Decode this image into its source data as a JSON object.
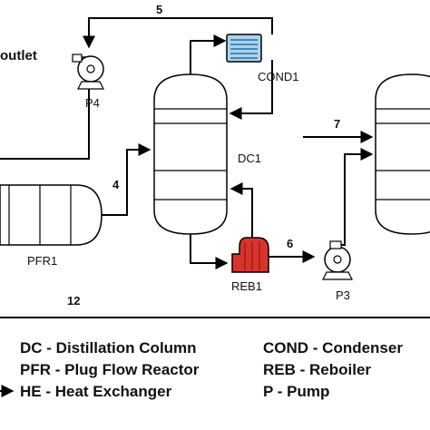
{
  "labels": {
    "outlet": "outlet",
    "stream_5": "5",
    "stream_4": "4",
    "stream_6": "6",
    "stream_7": "7",
    "stream_12": "12",
    "p4": "P4",
    "cond1": "COND1",
    "dc1": "DC1",
    "pfr1": "PFR1",
    "reb1": "REB1",
    "p3": "P3"
  },
  "legend": {
    "left": [
      "DC - Distillation Column",
      "PFR - Plug Flow Reactor",
      "HE - Heat Exchanger"
    ],
    "right": [
      "COND - Condenser",
      "REB - Reboiler",
      "P - Pump"
    ]
  },
  "colors": {
    "condenser_fill": "#a9d3ee",
    "reboiler_fill": "#d9342b",
    "vessel_fill": "#ffffff",
    "line": "#000000"
  }
}
